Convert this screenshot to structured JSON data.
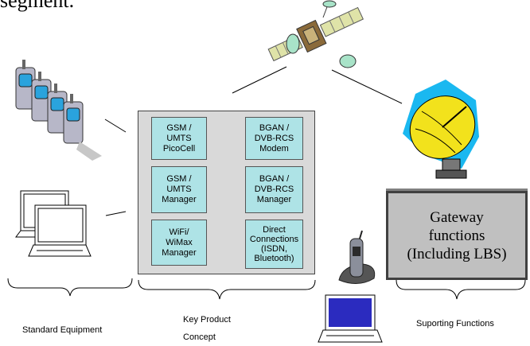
{
  "intro_text": "segment.",
  "panel": {
    "modules": [
      {
        "label": "GSM /\nUMTS\nPicoCell"
      },
      {
        "label": "BGAN /\nDVB-RCS\nModem"
      },
      {
        "label": "GSM /\nUMTS\nManager"
      },
      {
        "label": "BGAN /\nDVB-RCS\nManager"
      },
      {
        "label": "WiFi/\nWiMax\nManager"
      },
      {
        "label": "Direct\nConnections\n(ISDN,\nBluetooth)"
      }
    ]
  },
  "gateway": {
    "label": "Gateway\nfunctions\n(Including LBS)"
  },
  "captions": {
    "standard_equipment": "Standard Equipment",
    "key_product_line1": "Key Product",
    "key_product_line2": "Concept",
    "supporting_functions": "Suporting Functions"
  },
  "colors": {
    "module_fill": "#aee3e6",
    "panel_fill": "#d9d9d9",
    "gateway_fill": "#c0c0c0",
    "dish": "#f2e21c",
    "dish_bg": "#1ab8f0"
  }
}
